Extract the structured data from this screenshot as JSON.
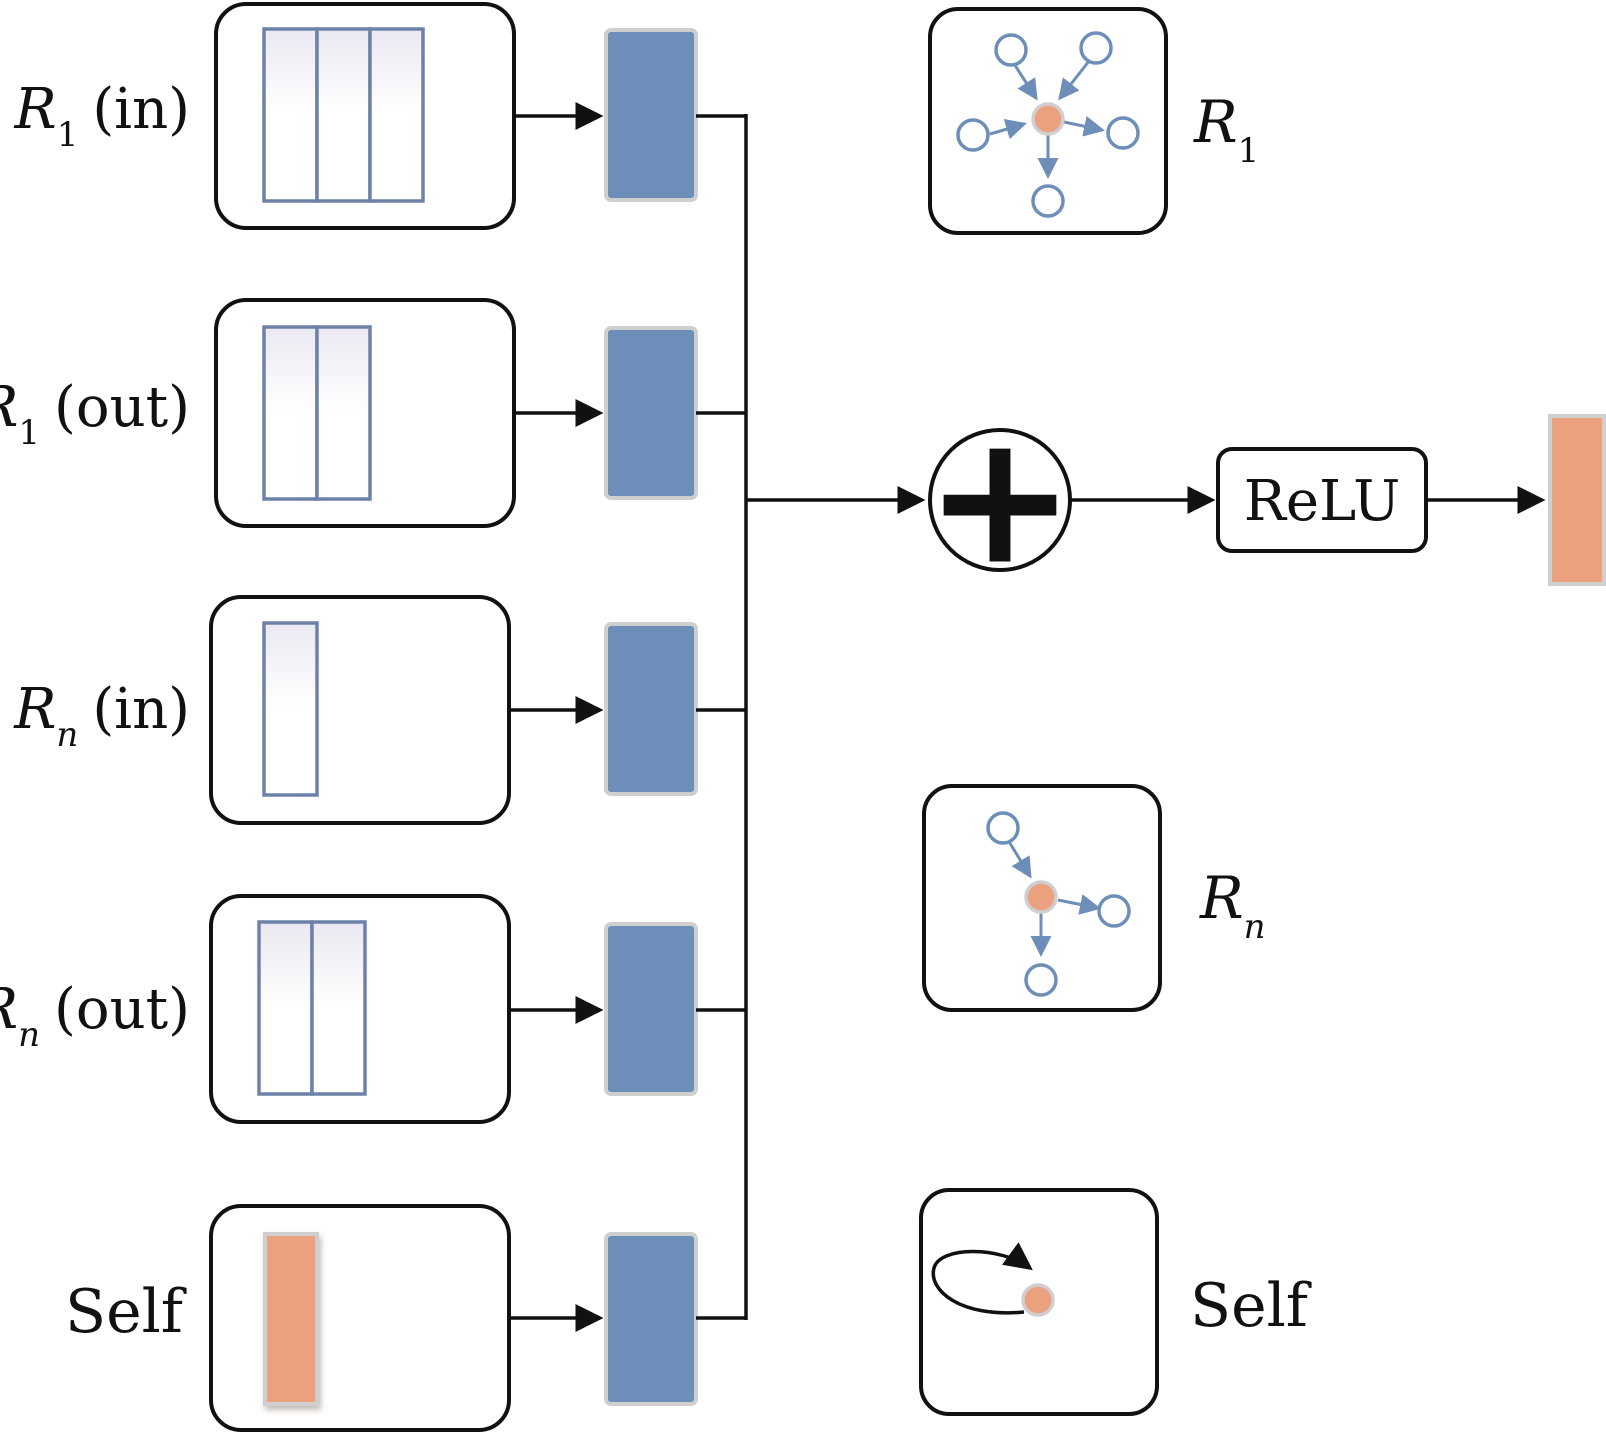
{
  "inputs": [
    {
      "base": "R",
      "sub": "1",
      "suffix": "(in)",
      "columns": 3,
      "kind": "matrix"
    },
    {
      "base": "R",
      "sub": "1",
      "suffix": "(out)",
      "columns": 2,
      "kind": "matrix"
    },
    {
      "base": "R",
      "sub": "n",
      "suffix": "(in)",
      "columns": 1,
      "kind": "matrix"
    },
    {
      "base": "R",
      "sub": "n",
      "suffix": "(out)",
      "columns": 2,
      "kind": "matrix"
    },
    {
      "base": "Self",
      "sub": "",
      "suffix": "",
      "columns": 1,
      "kind": "self"
    }
  ],
  "aggregation": {
    "operator": "+",
    "activation": "ReLU"
  },
  "legend": [
    {
      "base": "R",
      "sub": "1",
      "graph": "star-5"
    },
    {
      "base": "R",
      "sub": "n",
      "graph": "star-3"
    },
    {
      "base": "Self",
      "sub": "",
      "graph": "self-loop"
    }
  ],
  "colors": {
    "transform_block": "#6c8eb8",
    "output_block": "#eba07e",
    "center_node": "#eba07e",
    "neighbor_node": "#6c8eb8",
    "stroke": "#111111"
  }
}
